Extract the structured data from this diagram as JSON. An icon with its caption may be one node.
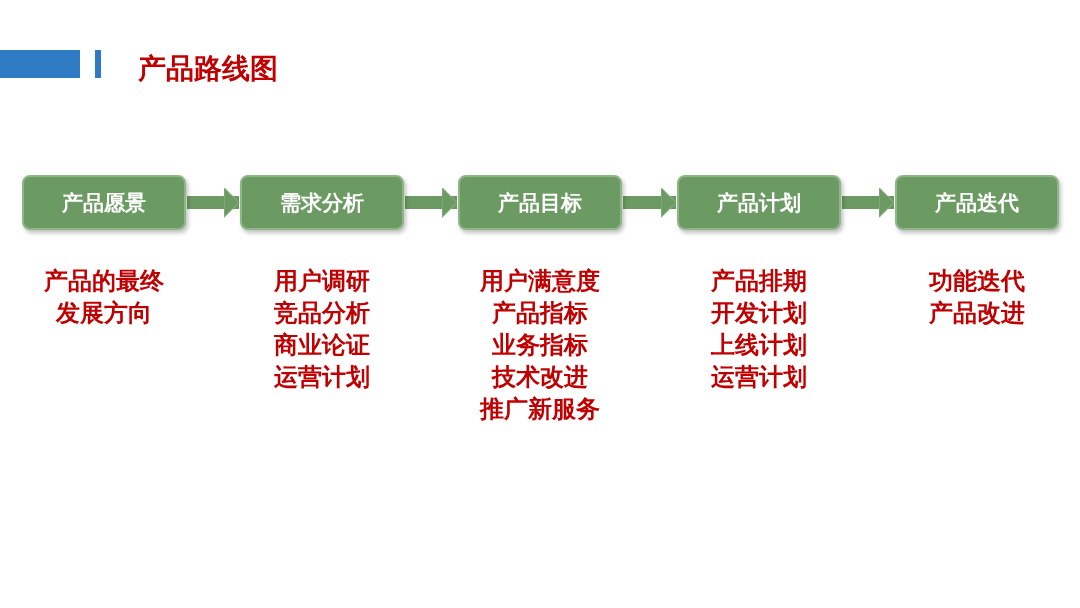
{
  "diagram": {
    "title": "产品路线图",
    "nodes": [
      {
        "text": [
          "产品愿景"
        ],
        "beside": [
          "产品的最终发展方向"
        ]
      },
      {
        "text": [
          "需求分析"
        ],
        "beside": [
          "用户调研",
          "竞品分析",
          "商业论证",
          "运营计划"
        ]
      },
      {
        "text": [
          "产品目标"
        ],
        "beside": [
          "用户满意度",
          "产品指标",
          "业务指标",
          "技术改进",
          "推广新服务"
        ]
      },
      {
        "text": [
          "产品计划"
        ],
        "beside": [
          "产品排期",
          "开发计划",
          "上线计划",
          "运营计划"
        ]
      },
      {
        "text": [
          "产品迭代"
        ],
        "beside": [
          "功能迭代",
          "产品改进"
        ]
      }
    ],
    "edges": [
      {
        "from": 0,
        "to": 1,
        "arrow": "to"
      },
      {
        "from": 1,
        "to": 2,
        "arrow": "to"
      },
      {
        "from": 2,
        "to": 3,
        "arrow": "to"
      },
      {
        "from": 3,
        "to": 4,
        "arrow": "to"
      }
    ]
  }
}
